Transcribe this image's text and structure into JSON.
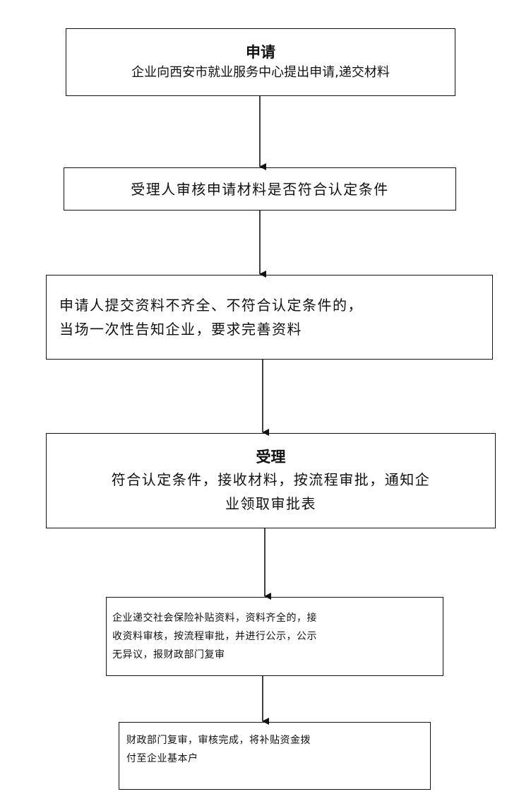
{
  "steps": [
    {
      "title": "申请",
      "lines": [
        "企业向西安市就业服务中心提出申请,递交材料"
      ]
    },
    {
      "title": "",
      "lines": [
        "受理人审核申请材料是否符合认定条件"
      ]
    },
    {
      "title": "",
      "lines": [
        "申请人提交资料不齐全、不符合认定条件的，",
        "当场一次性告知企业，要求完善资料"
      ]
    },
    {
      "title": "受理",
      "lines": [
        "符合认定条件，接收材料，按流程审批，通知企",
        "业领取审批表"
      ]
    },
    {
      "title": "",
      "lines": [
        "企业递交社会保险补贴资料，资料齐全的，接",
        "收资料审核，按流程审批，并进行公示，公示",
        "无异议，报财政部门复审"
      ]
    },
    {
      "title": "",
      "lines": [
        "财政部门复审，审核完成，将补贴资金拨",
        "付至企业基本户"
      ]
    }
  ],
  "colors": {
    "line": "#111111",
    "background": "#ffffff"
  }
}
